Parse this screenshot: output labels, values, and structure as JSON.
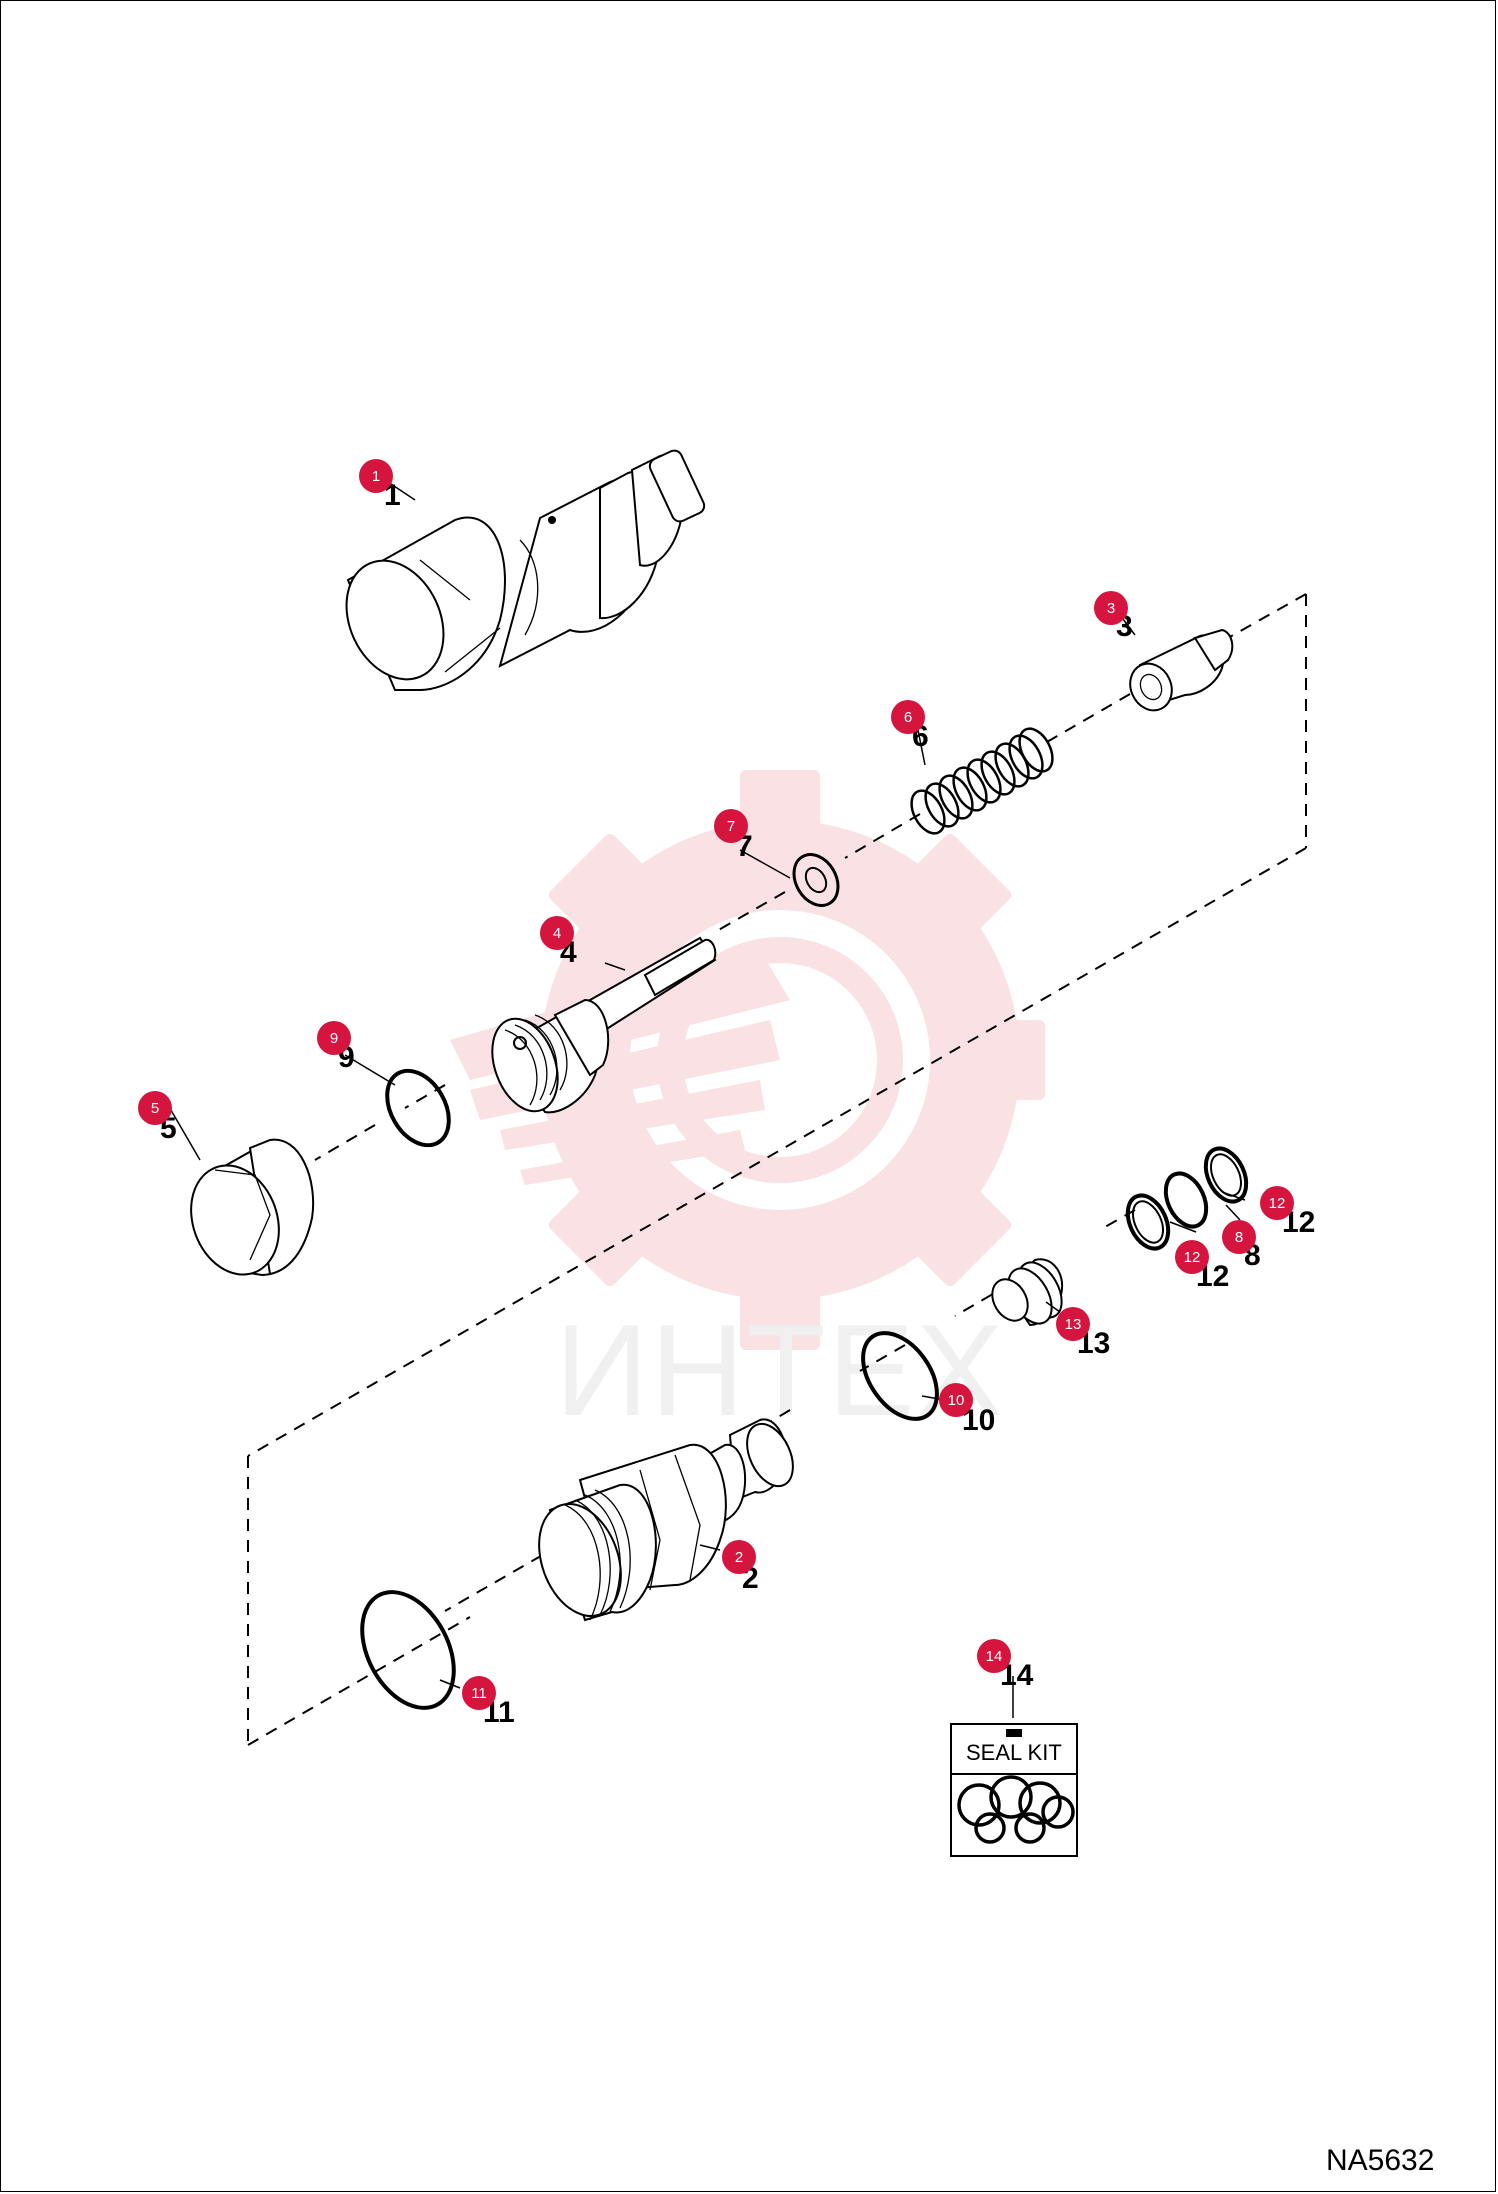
{
  "diagram": {
    "code": "NA5632",
    "watermark_text": "ИНТЕХ",
    "seal_kit_title": "SEAL KIT",
    "badge_color": "#d6153e",
    "callouts": [
      {
        "id": "1",
        "label": "1"
      },
      {
        "id": "2",
        "label": "2"
      },
      {
        "id": "3",
        "label": "3"
      },
      {
        "id": "4",
        "label": "4"
      },
      {
        "id": "5",
        "label": "5"
      },
      {
        "id": "6",
        "label": "6"
      },
      {
        "id": "7",
        "label": "7"
      },
      {
        "id": "8",
        "label": "8"
      },
      {
        "id": "9",
        "label": "9"
      },
      {
        "id": "10",
        "label": "10"
      },
      {
        "id": "11",
        "label": "11"
      },
      {
        "id": "12a",
        "label": "12"
      },
      {
        "id": "12b",
        "label": "12"
      },
      {
        "id": "13",
        "label": "13"
      },
      {
        "id": "14",
        "label": "14"
      }
    ]
  }
}
